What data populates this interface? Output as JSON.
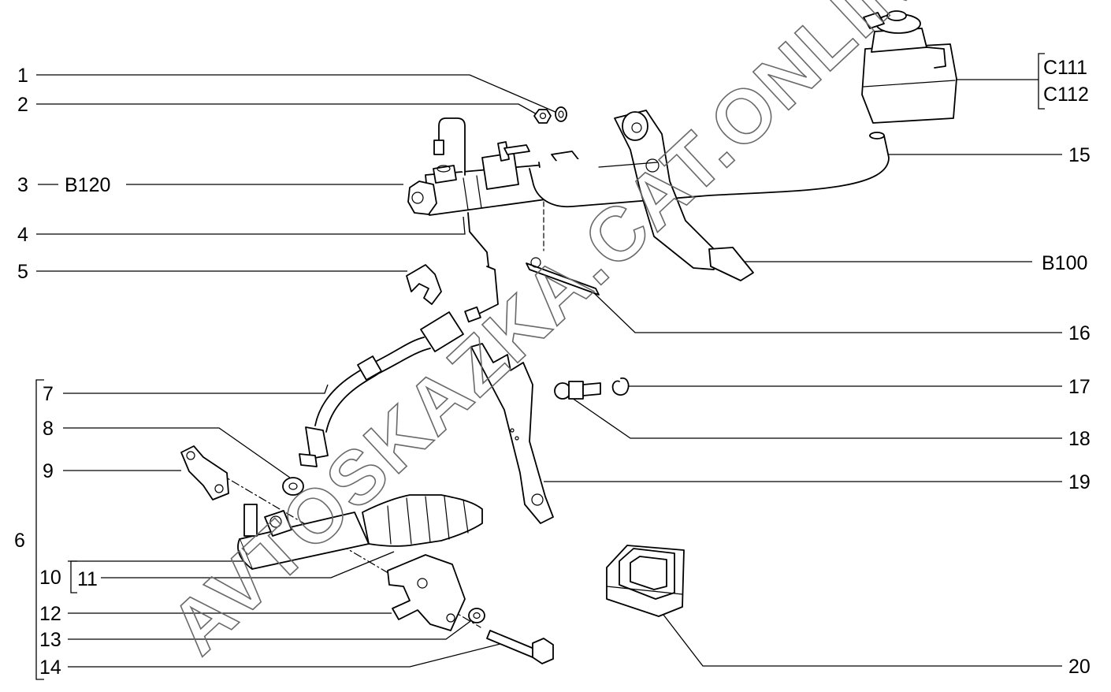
{
  "watermark": "AVTOSKAZKA.CAT.ONLINE",
  "labels": {
    "l1": "1",
    "l2": "2",
    "l3": "3",
    "l3code": "B120",
    "l4": "4",
    "l5": "5",
    "l6": "6",
    "l7": "7",
    "l8": "8",
    "l9": "9",
    "l10": "10",
    "l11": "11",
    "l12": "12",
    "l13": "13",
    "l14": "14",
    "l15": "15",
    "l16": "16",
    "l17": "17",
    "l18": "18",
    "l19": "19",
    "l20": "20",
    "c111": "C111",
    "c112": "C112",
    "b100": "B100"
  }
}
